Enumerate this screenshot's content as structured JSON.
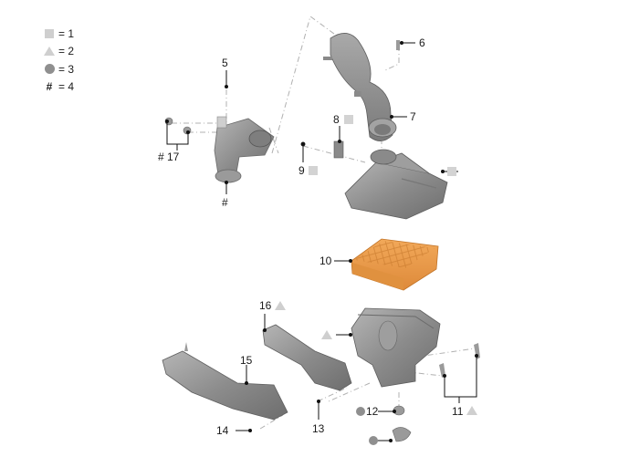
{
  "legend": [
    {
      "symbol": "square",
      "text": "= 1"
    },
    {
      "symbol": "triangle",
      "text": "= 2"
    },
    {
      "symbol": "circle",
      "text": "= 3"
    },
    {
      "symbol": "#",
      "text": "= 4"
    }
  ],
  "callouts": {
    "c5": "5",
    "c6": "6",
    "c7": "7",
    "c8": "8",
    "c9": "9",
    "c10": "10",
    "c11": "11",
    "c12": "12",
    "c13": "13",
    "c14": "14",
    "c15": "15",
    "c16": "16",
    "c17": "# 17",
    "c_hash": "#"
  },
  "colors": {
    "filter_orange": "#e79a4a",
    "part_gray": "#8a8a8a",
    "symbol_light": "#cfcfcf",
    "symbol_dark": "#8f8f8f"
  }
}
